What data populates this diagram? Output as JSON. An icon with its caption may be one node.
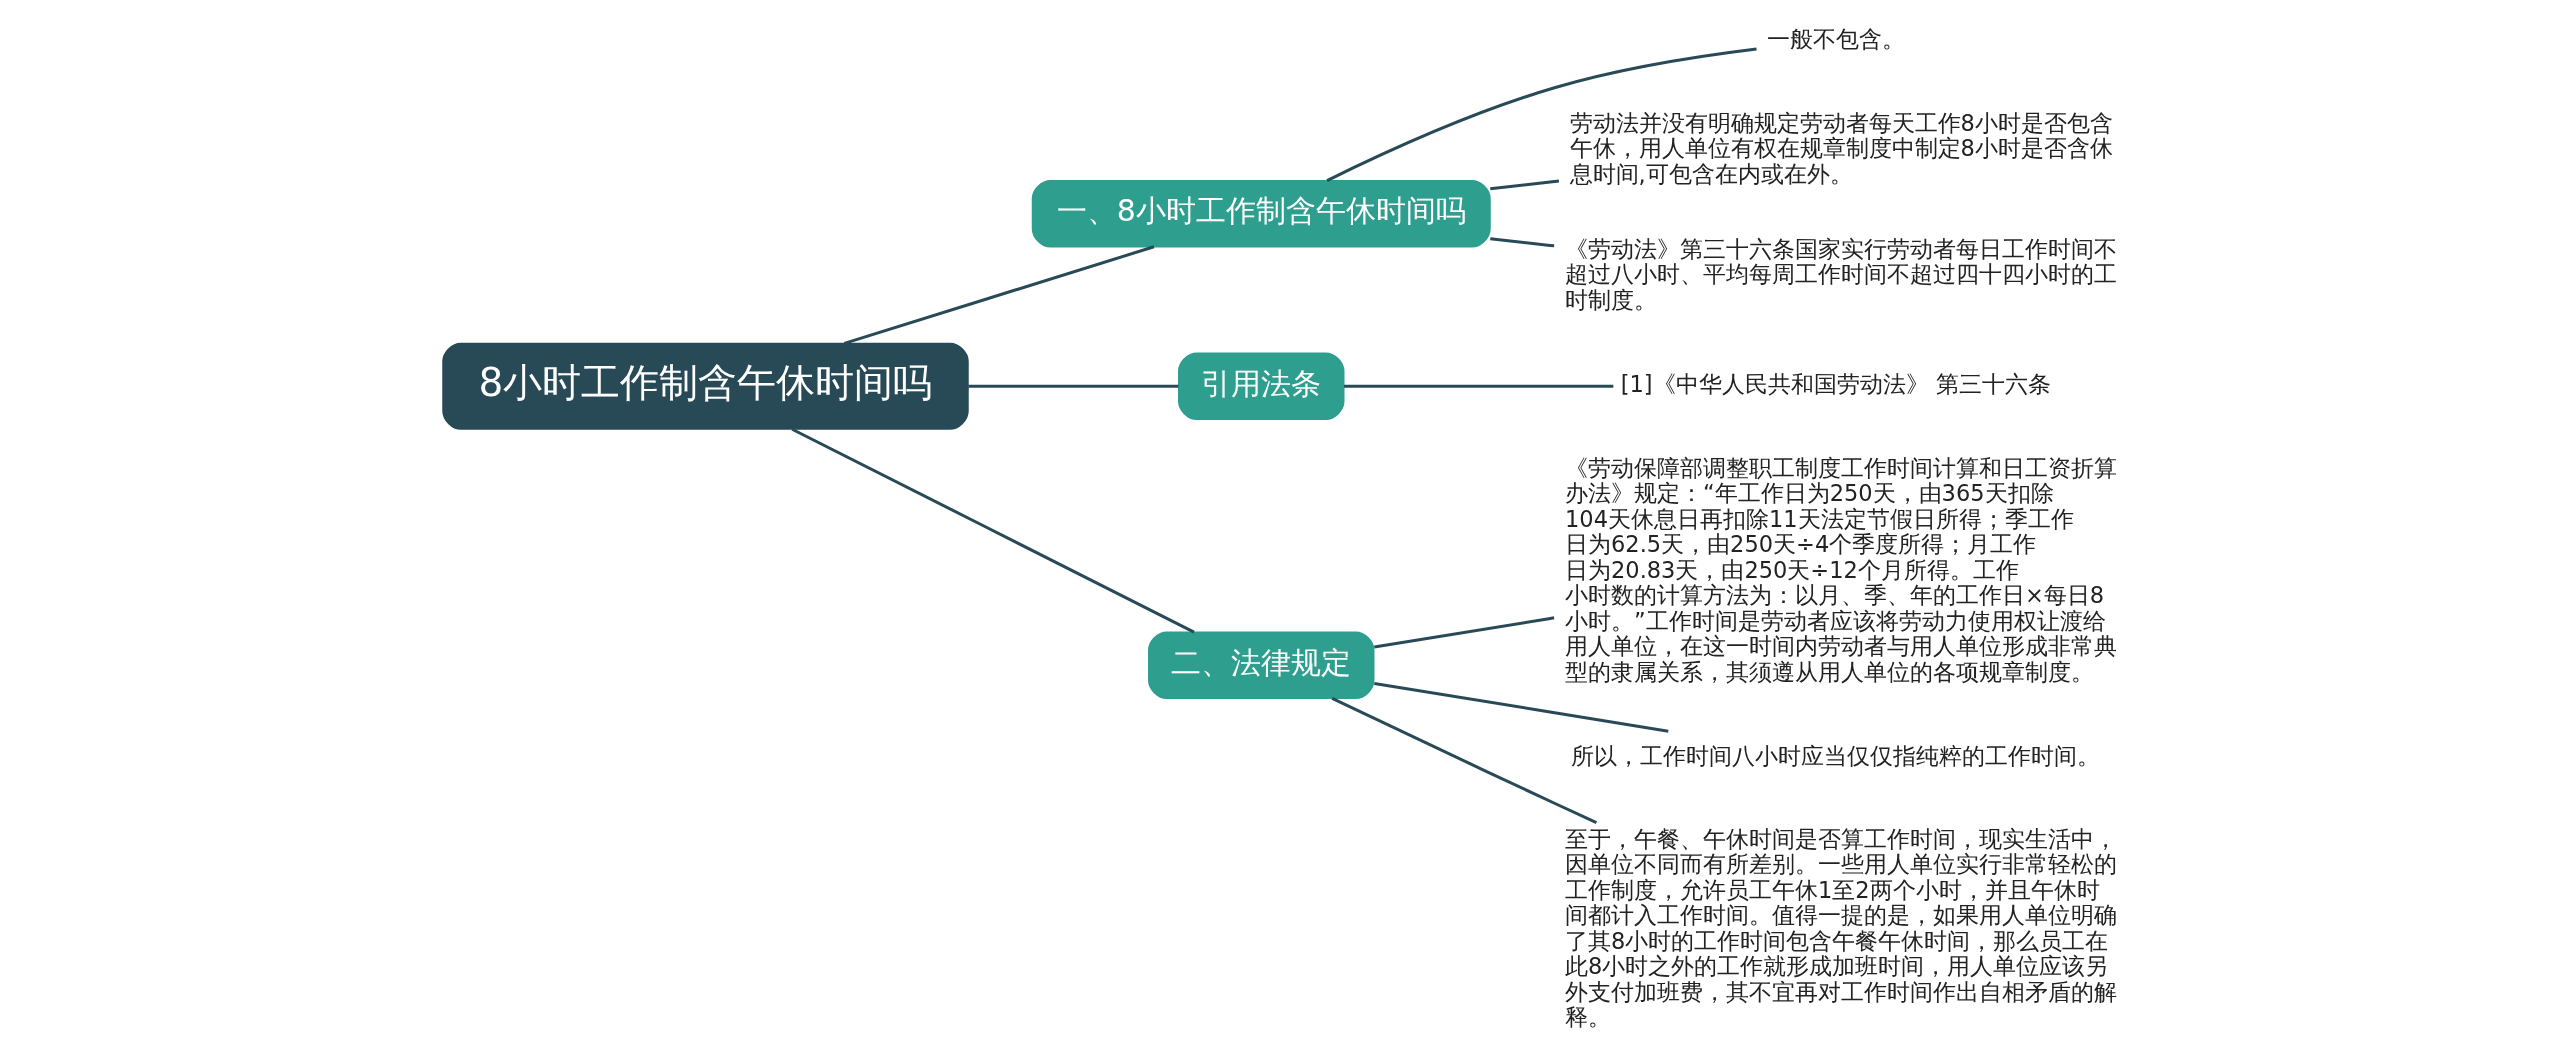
{
  "diagram": {
    "nodes": [
      {
        "text": [
          "8小时工作制含午休时间吗"
        ]
      },
      {
        "text": [
          "一、8小时工作制含午休时间吗"
        ]
      },
      {
        "text": [
          "一般不包含。"
        ]
      },
      {
        "text": [
          "劳动法并没有明确规定劳动者每天工作8小时是否包含午休，用人单位有权在规章制度中制定8小时是否含休息时间,可包含在内或在外。"
        ]
      },
      {
        "text": [
          "《劳动法》第三十六条国家实行劳动者每日工作时间不超过八小时、平均每周工作时间不超过四十四小时的工时制度。"
        ]
      },
      {
        "text": [
          "引用法条"
        ]
      },
      {
        "text": [
          "[1]《中华人民共和国劳动法》 第三十六条"
        ]
      },
      {
        "text": [
          "二、法律规定"
        ]
      },
      {
        "text": [
          "《劳动保障部调整职工制度工作时间计算和日工资折算办法》规定：“年工作日为250天，由365天扣除104天休息日再扣除11天法定节假日所得；季工作日为62.5天，由250天÷4个季度所得；月工作日为20.83天，由250天÷12个月所得。工作小时数的计算方法为：以月、季、年的工作日×每日8小时。”工作时间是劳动者应该将劳动力使用权让渡给用人单位，在这一时间内劳动者与用人单位形成非常典型的隶属关系，其须遵从用人单位的各项规章制度。"
        ]
      },
      {
        "text": [
          "所以，工作时间八小时应当仅仅指纯粹的工作时间。"
        ]
      },
      {
        "text": [
          "至于，午餐、午休时间是否算工作时间，现实生活中，因单位不同而有所差别。一些用人单位实行非常轻松的工作制度，允许员工午休1至2两个小时，并且午休时间都计入工作时间。值得一提的是，如果用人单位明确了其8小时的工作时间包含午餐午休时间，那么员工在此8小时之外的工作就形成加班时间，用人单位应该另外支付加班费，其不宜再对工作时间作出自相矛盾的解释。"
        ]
      }
    ],
    "edges": [
      {
        "from": 0,
        "to": 1,
        "arrow": "none"
      },
      {
        "from": 1,
        "to": 2,
        "arrow": "none"
      },
      {
        "from": 1,
        "to": 3,
        "arrow": "none"
      },
      {
        "from": 1,
        "to": 4,
        "arrow": "none"
      },
      {
        "from": 0,
        "to": 5,
        "arrow": "none"
      },
      {
        "from": 5,
        "to": 6,
        "arrow": "none"
      },
      {
        "from": 0,
        "to": 7,
        "arrow": "none"
      },
      {
        "from": 7,
        "to": 8,
        "arrow": "none"
      },
      {
        "from": 7,
        "to": 9,
        "arrow": "none"
      },
      {
        "from": 7,
        "to": 10,
        "arrow": "none"
      }
    ]
  }
}
